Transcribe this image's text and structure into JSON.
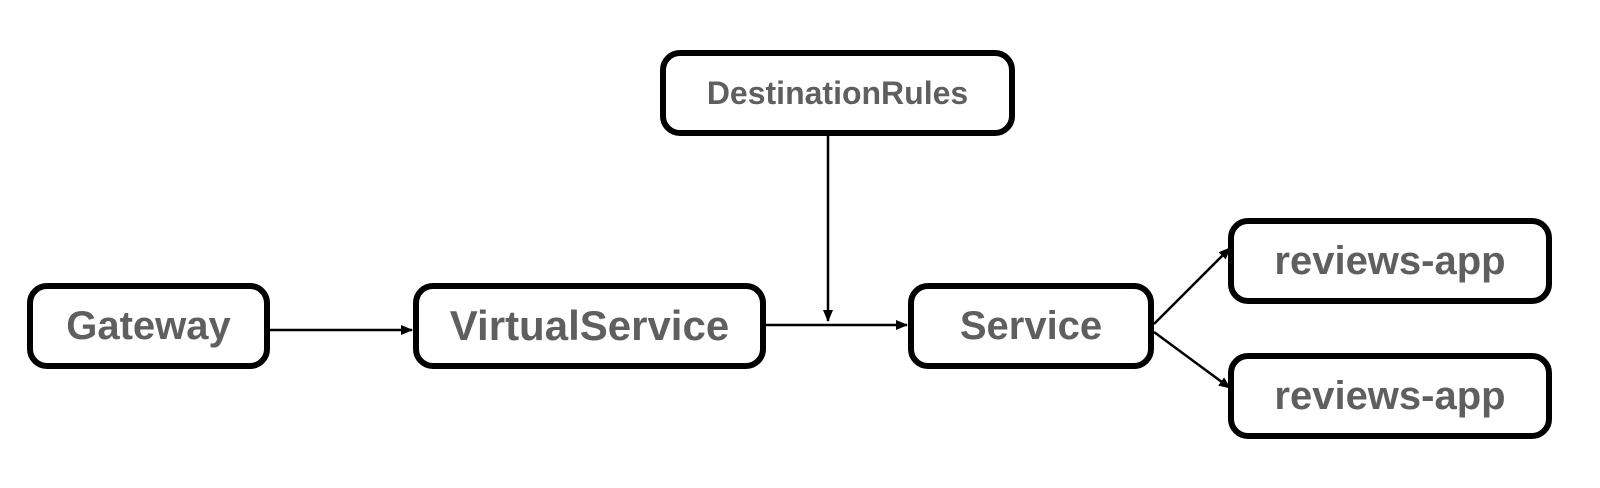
{
  "nodes": {
    "gateway": "Gateway",
    "virtualservice": "VirtualService",
    "service": "Service",
    "destinationrules": "DestinationRules",
    "reviews_app_1": "reviews-app",
    "reviews_app_2": "reviews-app"
  },
  "edges": [
    {
      "from": "Gateway",
      "to": "VirtualService"
    },
    {
      "from": "VirtualService",
      "to": "Service"
    },
    {
      "from": "DestinationRules",
      "to": "VirtualService-Service edge"
    },
    {
      "from": "Service",
      "to": "reviews-app"
    },
    {
      "from": "Service",
      "to": "reviews-app"
    }
  ],
  "colors": {
    "border": "#000000",
    "text": "#5f5f5f",
    "background": "#ffffff"
  }
}
